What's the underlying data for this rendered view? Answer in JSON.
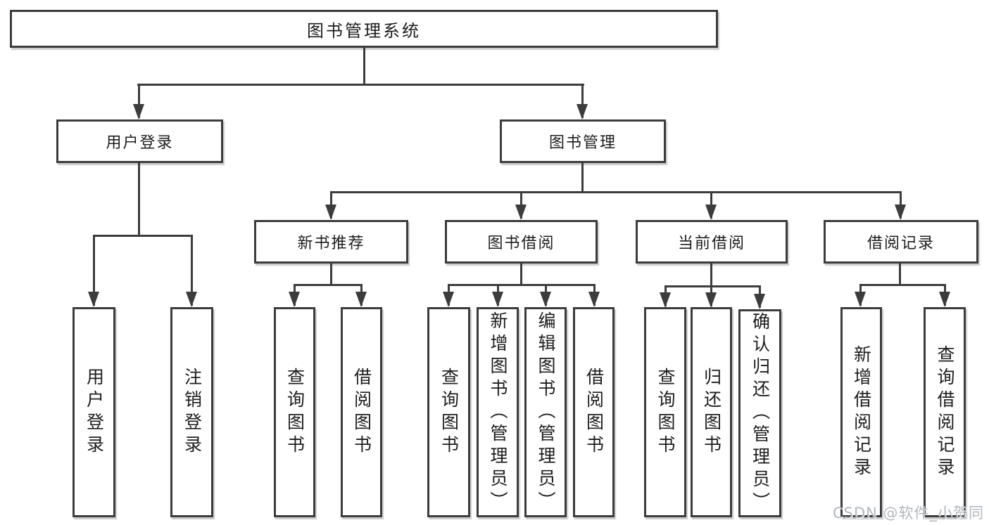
{
  "tree": {
    "root": {
      "label": "图书管理系统"
    },
    "branches": [
      {
        "label": "用户登录",
        "children": [
          {
            "label": "用户登录"
          },
          {
            "label": "注销登录"
          }
        ]
      },
      {
        "label": "图书管理",
        "children": [
          {
            "label": "新书推荐",
            "children": [
              {
                "label": "查询图书"
              },
              {
                "label": "借阅图书"
              }
            ]
          },
          {
            "label": "图书借阅",
            "children": [
              {
                "label": "查询图书"
              },
              {
                "label": "新增图书（管理员）"
              },
              {
                "label": "编辑图书（管理员）"
              },
              {
                "label": "借阅图书"
              }
            ]
          },
          {
            "label": "当前借阅",
            "children": [
              {
                "label": "查询图书"
              },
              {
                "label": "归还图书"
              },
              {
                "label": "确认归还（管理员）"
              }
            ]
          },
          {
            "label": "借阅记录",
            "children": [
              {
                "label": "新增借阅记录"
              },
              {
                "label": "查询借阅记录"
              }
            ]
          }
        ]
      }
    ]
  },
  "watermark": {
    "text": "CSDN @软件_小贺同学"
  },
  "colors": {
    "line": "#3c3c3c",
    "text": "#1d1d1f",
    "watermark": "#aeb4ba",
    "background": "#ffffff"
  }
}
